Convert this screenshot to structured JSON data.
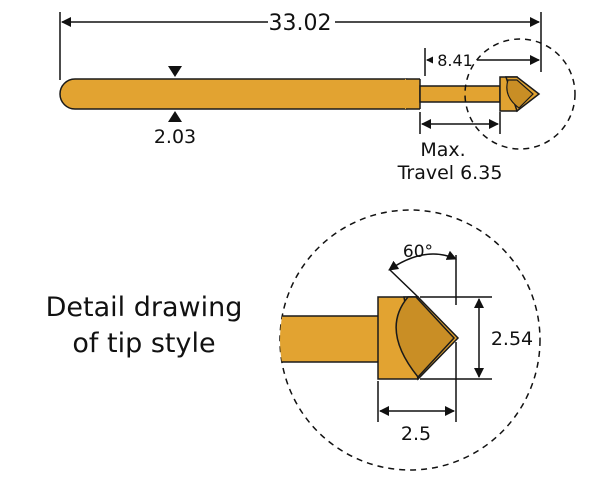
{
  "colors": {
    "gold": "#E2A331",
    "gold_dark": "#C98E25",
    "outline": "#1a1a1a"
  },
  "dimensions": {
    "overall_length": "33.02",
    "tip_length": "8.41",
    "barrel_diameter": "2.03",
    "travel_label_1": "Max.",
    "travel_label_2": "Travel 6.35",
    "tip_angle": "60°",
    "tip_height": "2.54",
    "tip_width": "2.5"
  },
  "caption": {
    "line1": "Detail drawing",
    "line2": "of tip style"
  }
}
